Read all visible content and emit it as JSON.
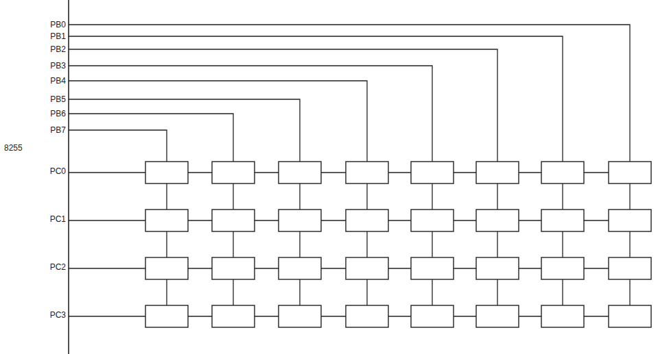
{
  "diagram": {
    "labels": [
      "PB0",
      "PB1",
      "PB2",
      "PB3",
      "PB4",
      "PB5",
      "PB6",
      "PB7",
      "8255",
      "PC0",
      "PC1",
      "PC2",
      "PC3"
    ]
  }
}
